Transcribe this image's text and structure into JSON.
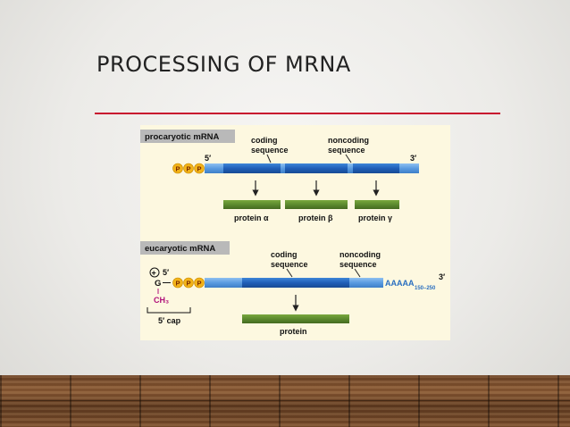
{
  "slide": {
    "title": "PROCESSING OF MRNA"
  },
  "figure": {
    "prokaryotic": {
      "label": "procaryotic mRNA",
      "five_prime": "5′",
      "three_prime": "3′",
      "phosphates": [
        "P",
        "P",
        "P"
      ],
      "coding_label_line1": "coding",
      "coding_label_line2": "sequence",
      "noncoding_label_line1": "noncoding",
      "noncoding_label_line2": "sequence",
      "proteins": [
        "protein α",
        "protein β",
        "protein γ"
      ]
    },
    "eukaryotic": {
      "label": "eucaryotic mRNA",
      "five_prime": "5′",
      "three_prime": "3′",
      "cap_g": "G",
      "cap_plus": "+",
      "methyl": "CH₃",
      "cap_label": "5′ cap",
      "phosphates": [
        "P",
        "P",
        "P"
      ],
      "coding_label_line1": "coding",
      "coding_label_line2": "sequence",
      "noncoding_label_line1": "noncoding",
      "noncoding_label_line2": "sequence",
      "polya": "AAAAA",
      "polya_sub": "150–250",
      "protein": "protein"
    },
    "colors": {
      "mrna_dark": "#1f5fb8",
      "mrna_light": "#5a9be0",
      "protein": "#5c8a2e",
      "phosphate": "#f2b319",
      "label_bg": "#b9b9b9",
      "cap_magenta": "#b0117a",
      "polya_blue": "#2a6fc0"
    }
  }
}
